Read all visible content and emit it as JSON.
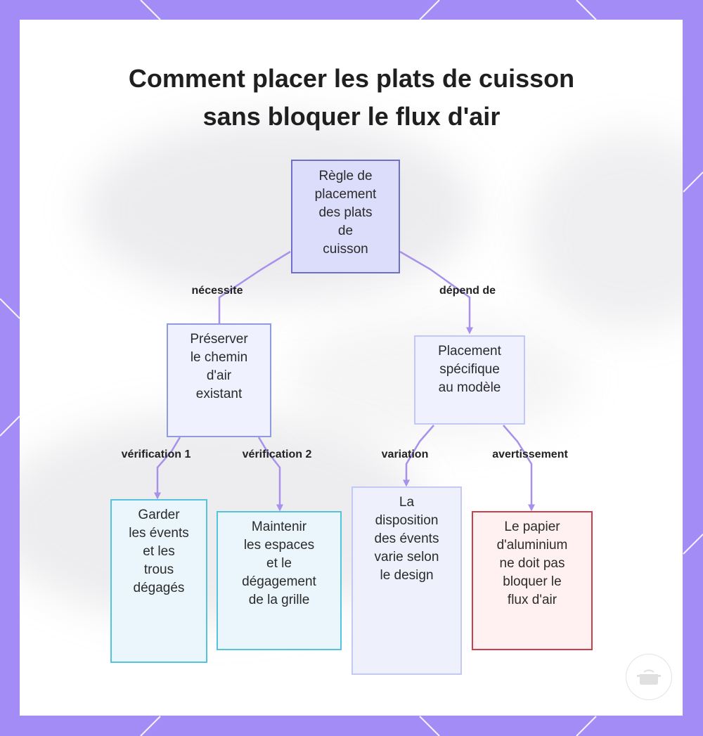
{
  "title_lines": [
    "Comment placer les plats de cuisson",
    "sans bloquer le flux d'air"
  ],
  "colors": {
    "frame": "#a48cf6",
    "edge": "#a891ec",
    "root_fill": "#dcdcfb",
    "root_border": "#6f6fc9",
    "mid_fill": "#f0f1fe",
    "mid_border": "#8f9be0",
    "right_mid_border": "#c2c8f5",
    "cyan_fill": "#eaf6fc",
    "cyan_border": "#56c3dc",
    "lavender_fill": "#eef0fc",
    "lavender_border": "#c4c9f4",
    "red_fill": "#fff1f1",
    "red_border": "#c8414a"
  },
  "nodes": {
    "root": {
      "lines": [
        "Règle de",
        "placement",
        "des plats",
        "de",
        "cuisson"
      ]
    },
    "preserve": {
      "lines": [
        "Préserver",
        "le chemin",
        "d'air",
        "existant"
      ]
    },
    "model": {
      "lines": [
        "Placement",
        "spécifique",
        "au modèle"
      ]
    },
    "vents": {
      "lines": [
        "Garder",
        "les évents",
        "et les",
        "trous",
        "dégagés"
      ]
    },
    "spaces": {
      "lines": [
        "Maintenir",
        "les espaces",
        "et le",
        "dégagement",
        "de la grille"
      ]
    },
    "layout": {
      "lines": [
        "La",
        "disposition",
        "des évents",
        "varie selon",
        "le design"
      ]
    },
    "foil": {
      "lines": [
        "Le papier",
        "d'aluminium",
        "ne doit pas",
        "bloquer le",
        "flux d'air"
      ]
    }
  },
  "edges": {
    "requires": "nécessite",
    "depends": "dépend de",
    "check1": "vérification 1",
    "check2": "vérification 2",
    "variation": "variation",
    "warning": "avertissement"
  },
  "watermark_icon": "pot-icon"
}
